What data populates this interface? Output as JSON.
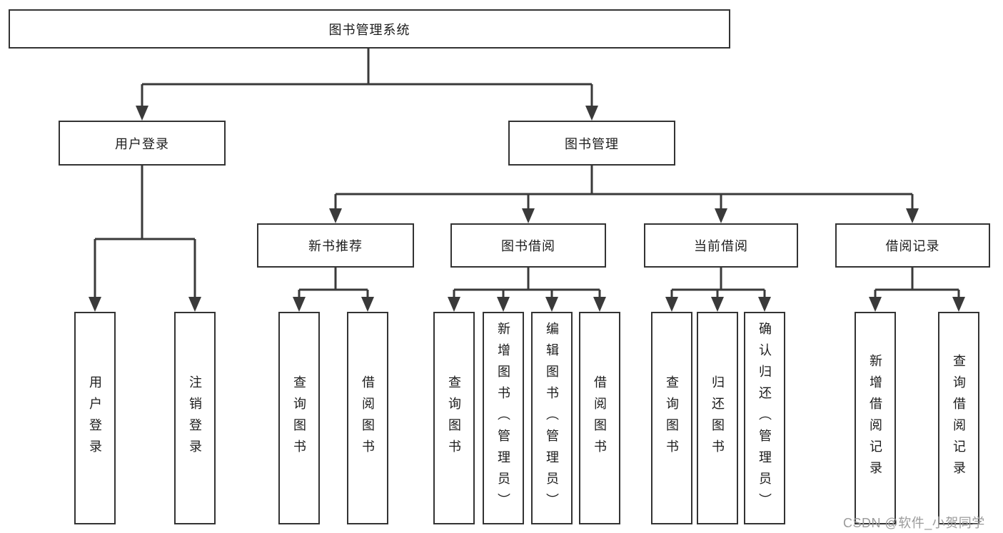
{
  "diagram_title": "图书管理系统",
  "colors": {
    "background": "#ffffff",
    "box_fill": "#ffffff",
    "box_border": "#333333",
    "line": "#3a3a3a",
    "text": "#1c1c1c",
    "watermark": "#9b9b9b"
  },
  "tree": {
    "label": "图书管理系统",
    "children": [
      {
        "label": "用户登录",
        "children": [
          {
            "label": "用户登录"
          },
          {
            "label": "注销登录"
          }
        ]
      },
      {
        "label": "图书管理",
        "children": [
          {
            "label": "新书推荐",
            "children": [
              {
                "label": "查询图书"
              },
              {
                "label": "借阅图书"
              }
            ]
          },
          {
            "label": "图书借阅",
            "children": [
              {
                "label": "查询图书"
              },
              {
                "label": "新增图书（管理员）"
              },
              {
                "label": "编辑图书（管理员）"
              },
              {
                "label": "借阅图书"
              }
            ]
          },
          {
            "label": "当前借阅",
            "children": [
              {
                "label": "查询图书"
              },
              {
                "label": "归还图书"
              },
              {
                "label": "确认归还（管理员）"
              }
            ]
          },
          {
            "label": "借阅记录",
            "children": [
              {
                "label": "新增借阅记录"
              },
              {
                "label": "查询借阅记录"
              }
            ]
          }
        ]
      }
    ]
  },
  "watermark": "CSDN @软件_小贺同学"
}
